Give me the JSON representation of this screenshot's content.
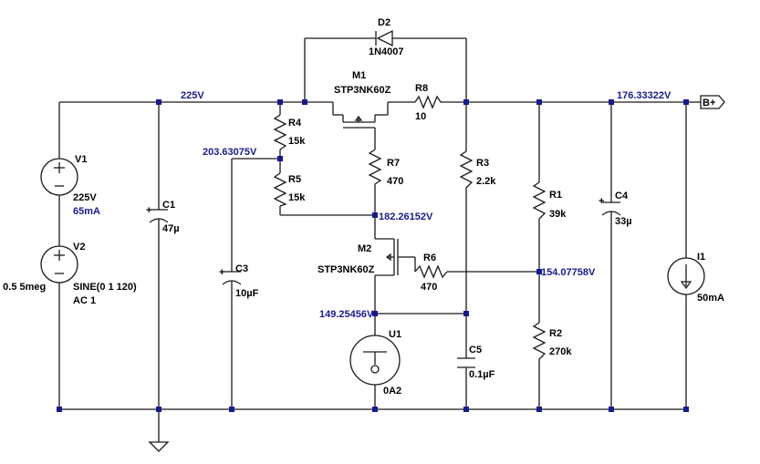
{
  "components": {
    "V1": {
      "name": "V1",
      "value": "225V",
      "current": "65mA"
    },
    "V2": {
      "name": "V2",
      "params": "0 0.5 5meg",
      "value": "SINE(0 1 120)",
      "ac": "AC 1"
    },
    "C1": {
      "name": "C1",
      "value": "47µ"
    },
    "R4": {
      "name": "R4",
      "value": "15k"
    },
    "R5": {
      "name": "R5",
      "value": "15k"
    },
    "C3": {
      "name": "C3",
      "value": "10µF"
    },
    "D2": {
      "name": "D2",
      "value": "1N4007"
    },
    "M1": {
      "name": "M1",
      "value": "STP3NK60Z"
    },
    "R8": {
      "name": "R8",
      "value": "10"
    },
    "R7": {
      "name": "R7",
      "value": "470"
    },
    "R3": {
      "name": "R3",
      "value": "2.2k"
    },
    "M2": {
      "name": "M2",
      "value": "STP3NK60Z"
    },
    "R6": {
      "name": "R6",
      "value": "470"
    },
    "U1": {
      "name": "U1",
      "value": "0A2"
    },
    "C5": {
      "name": "C5",
      "value": "0.1µF"
    },
    "R1": {
      "name": "R1",
      "value": "39k"
    },
    "R2": {
      "name": "R2",
      "value": "270k"
    },
    "C4": {
      "name": "C4",
      "value": "33µ"
    },
    "I1": {
      "name": "I1",
      "value": "50mA"
    }
  },
  "nets": {
    "input": "225V",
    "divider": "203.63075V",
    "gate": "182.26152V",
    "ref": "149.25456V",
    "sense": "154.07758V",
    "output": "176.33322V",
    "port": "B+"
  }
}
